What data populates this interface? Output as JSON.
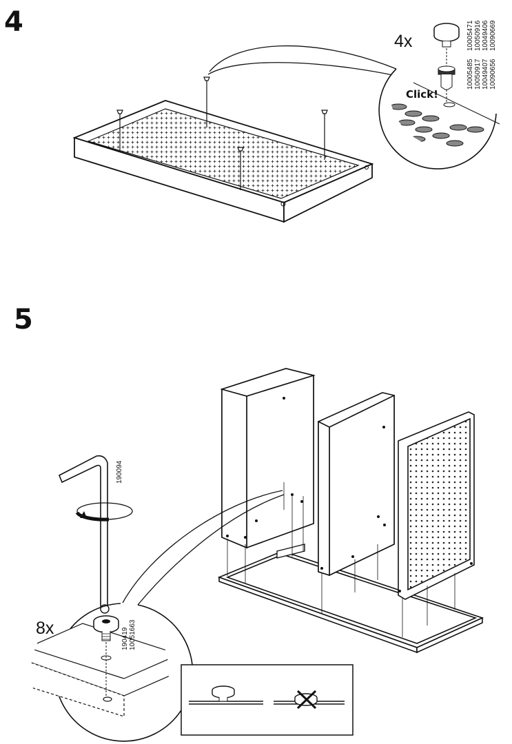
{
  "steps": [
    {
      "number": "4",
      "callout": {
        "quantity": "4x",
        "part_codes": [
          "10005471",
          "10050916",
          "10049406",
          "10090669"
        ],
        "part_codes_2": [
          "10005485",
          "10050917",
          "10049407",
          "10090656"
        ],
        "click_label": "Click!"
      }
    },
    {
      "number": "5",
      "tool_code": "190094",
      "callout": {
        "quantity": "8x",
        "part_codes": [
          "190419",
          "10051663"
        ]
      }
    }
  ]
}
